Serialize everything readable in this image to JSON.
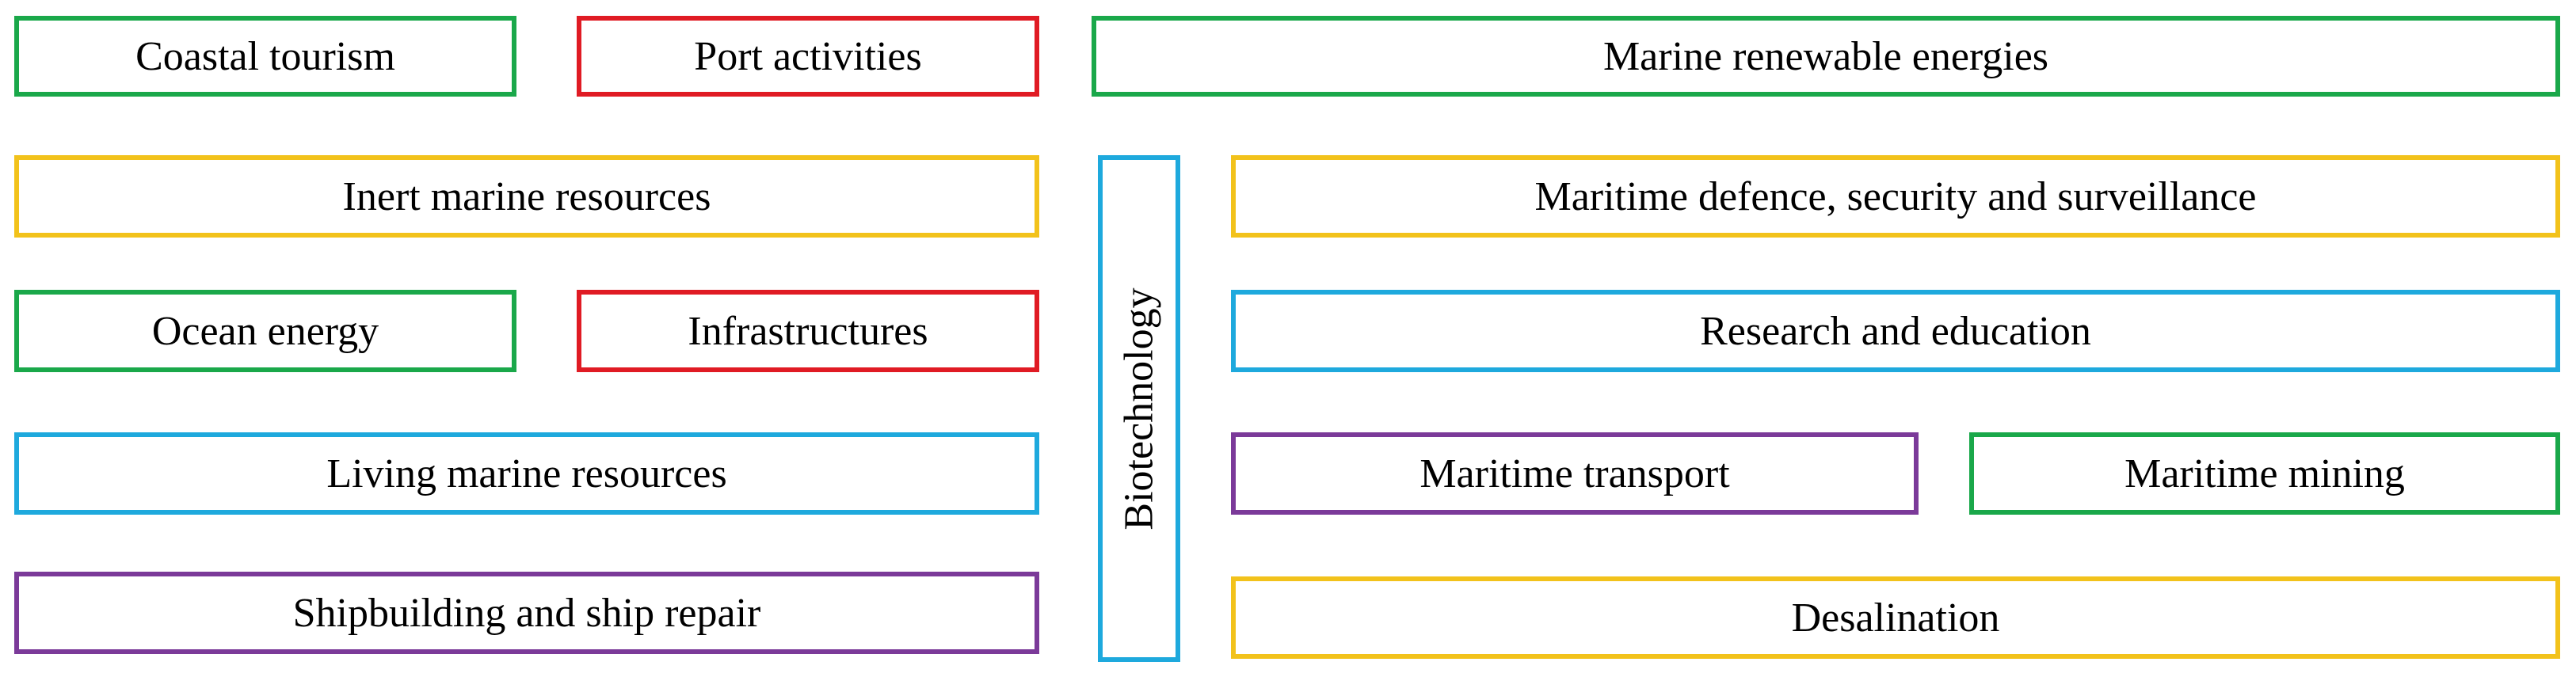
{
  "colors": {
    "green": "#1aa84a",
    "red": "#e01b24",
    "yellow": "#f2c21b",
    "blue": "#1ea9dd",
    "purple": "#7b3a99"
  },
  "sectors": {
    "coastal_tourism": {
      "label": "Coastal tourism",
      "color": "green"
    },
    "port_activities": {
      "label": "Port activities",
      "color": "red"
    },
    "marine_renewable_energies": {
      "label": "Marine renewable energies",
      "color": "green"
    },
    "inert_marine_resources": {
      "label": "Inert marine resources",
      "color": "yellow"
    },
    "biotechnology": {
      "label": "Biotechnology",
      "color": "blue"
    },
    "maritime_defence": {
      "label": "Maritime defence, security and surveillance",
      "color": "yellow"
    },
    "ocean_energy": {
      "label": "Ocean energy",
      "color": "green"
    },
    "infrastructures": {
      "label": "Infrastructures",
      "color": "red"
    },
    "research_education": {
      "label": "Research and education",
      "color": "blue"
    },
    "living_marine_resources": {
      "label": "Living marine resources",
      "color": "blue"
    },
    "maritime_transport": {
      "label": "Maritime transport",
      "color": "purple"
    },
    "maritime_mining": {
      "label": "Maritime mining",
      "color": "green"
    },
    "shipbuilding": {
      "label": "Shipbuilding and ship repair",
      "color": "purple"
    },
    "desalination": {
      "label": "Desalination",
      "color": "yellow"
    }
  }
}
